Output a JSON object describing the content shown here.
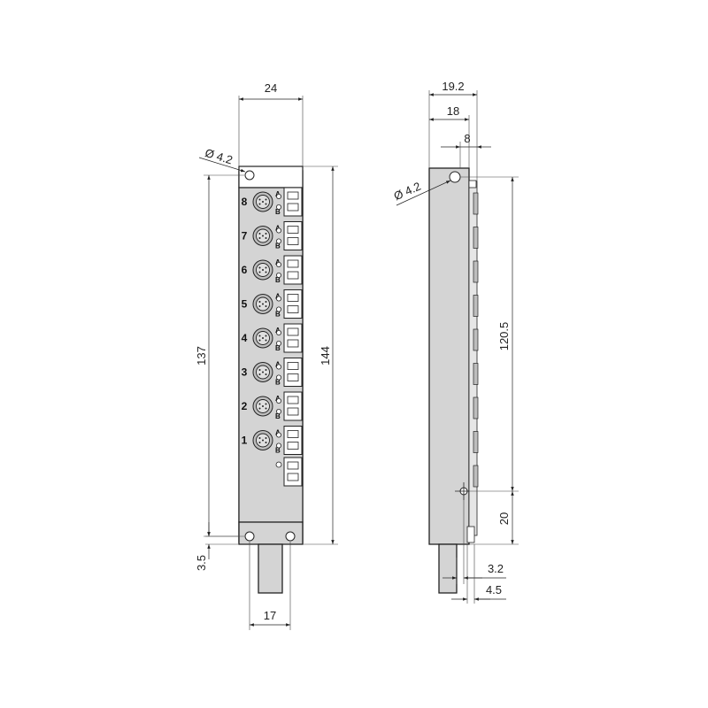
{
  "front_view": {
    "dim_width_top": "24",
    "dim_hole": "Ø 4.2",
    "dim_hole_spacing": "137",
    "dim_total_height": "144",
    "dim_offset_bottom": "3.5",
    "dim_cable_width": "17",
    "port_numbers": [
      "8",
      "7",
      "6",
      "5",
      "4",
      "3",
      "2",
      "1"
    ],
    "led_label_a": "A",
    "led_label_b": "B"
  },
  "side_view": {
    "dim_depth_total": "19.2",
    "dim_depth_body": "18",
    "dim_depth_connector": "8",
    "dim_hole": "Ø 4.2",
    "dim_hole_distance": "120.5",
    "dim_bottom_distance": "20",
    "dim_offset_a": "3.2",
    "dim_offset_b": "4.5"
  }
}
